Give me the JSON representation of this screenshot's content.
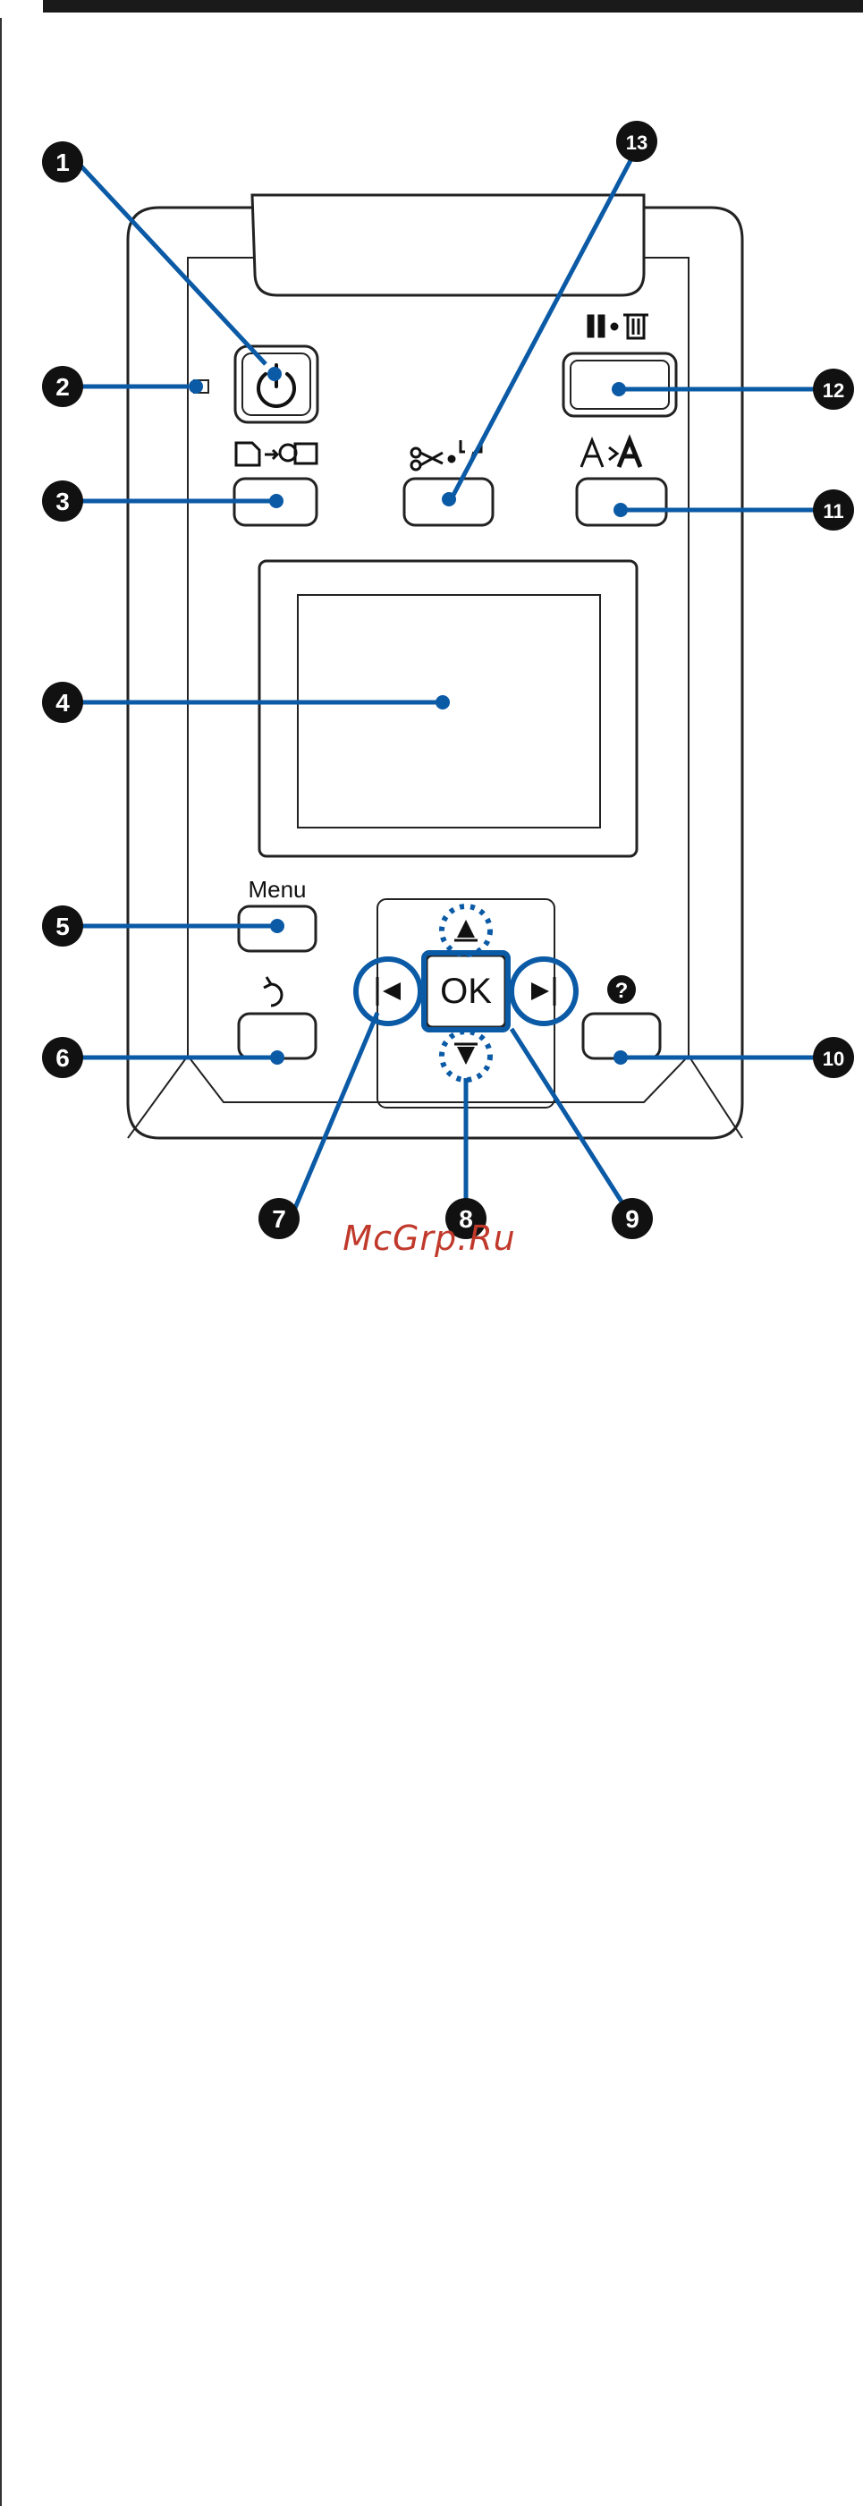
{
  "panel": {
    "buttons": [
      {
        "id": "power",
        "icon": "power-icon"
      },
      {
        "id": "paper-source",
        "icon": "paper-source-icon"
      },
      {
        "id": "cut-feed",
        "icon": "scissors-feed-icon"
      },
      {
        "id": "pause-cancel",
        "icon": "pause-delete-icon"
      },
      {
        "id": "maintenance",
        "icon": "head-adjust-icon"
      },
      {
        "id": "menu",
        "label": "Menu"
      },
      {
        "id": "back",
        "icon": "back-arrow-icon"
      },
      {
        "id": "help",
        "icon": "help-icon"
      },
      {
        "id": "ok",
        "label": "OK"
      }
    ],
    "callouts": [
      "1",
      "2",
      "3",
      "4",
      "5",
      "6",
      "7",
      "8",
      "9",
      "10",
      "11",
      "12",
      "13"
    ]
  },
  "colors": {
    "accent": "#0b5aa6",
    "callout_fill": "#111111",
    "outline": "#222222"
  },
  "watermark": "McGrp.Ru"
}
